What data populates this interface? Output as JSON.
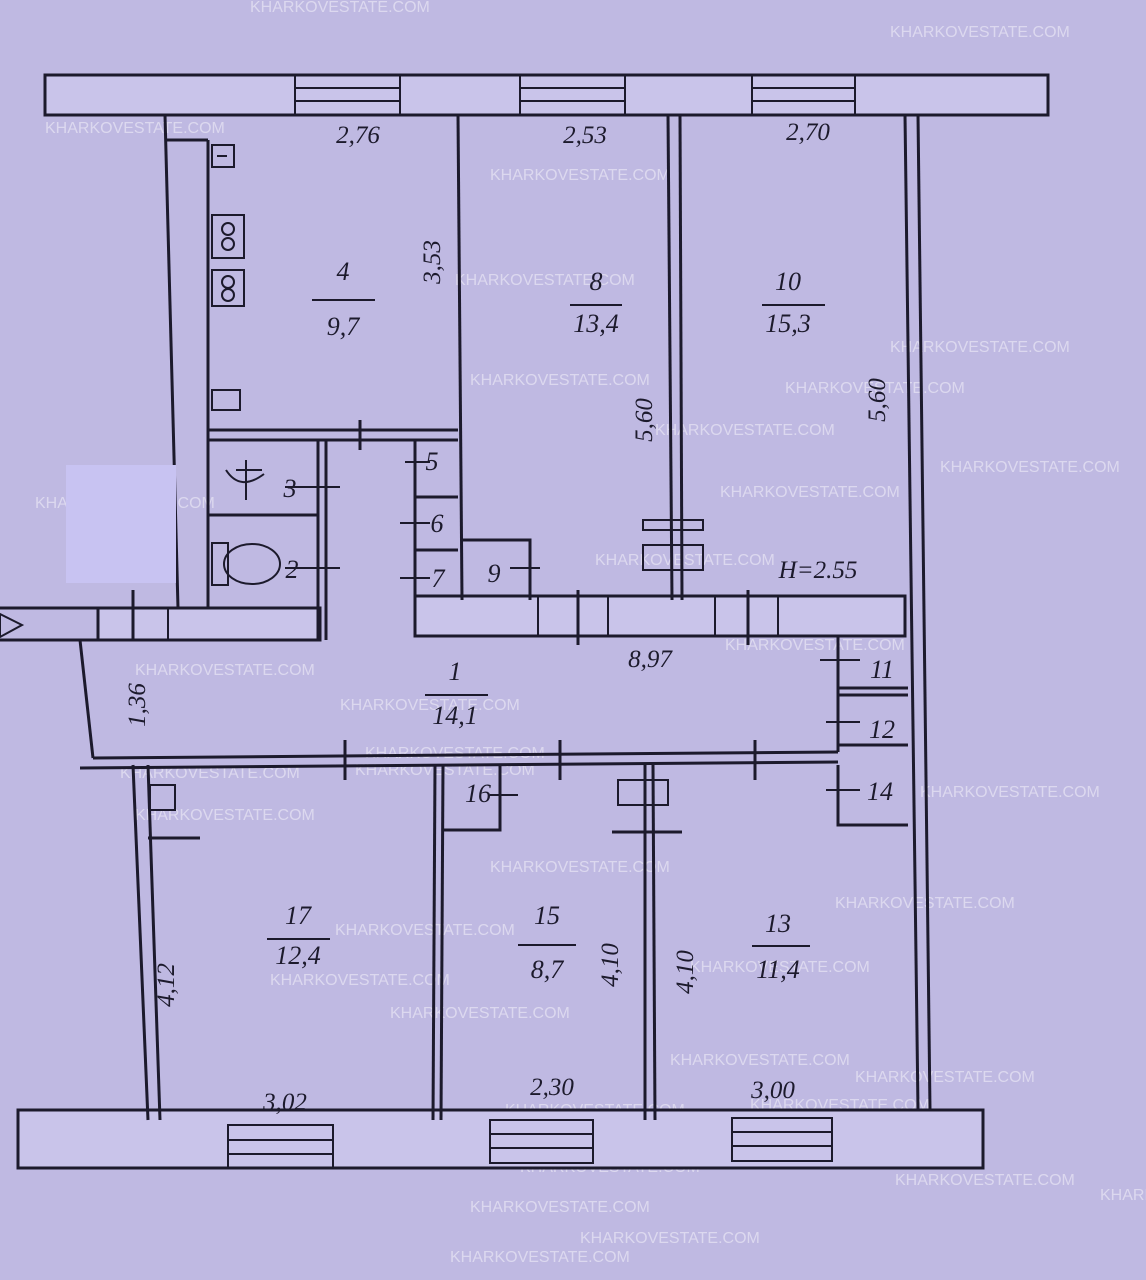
{
  "plan": {
    "ceiling_height": "H=2.55",
    "watermark": "KHARKOVESTATE.COM",
    "rooms": [
      {
        "id": "4",
        "num": "4",
        "area": "9,7"
      },
      {
        "id": "8",
        "num": "8",
        "area": "13,4"
      },
      {
        "id": "10",
        "num": "10",
        "area": "15,3"
      },
      {
        "id": "1",
        "num": "1",
        "area": "14,1"
      },
      {
        "id": "17",
        "num": "17",
        "area": "12,4"
      },
      {
        "id": "15",
        "num": "15",
        "area": "8,7"
      },
      {
        "id": "13",
        "num": "13",
        "area": "11,4"
      },
      {
        "id": "2",
        "num": "2"
      },
      {
        "id": "3",
        "num": "3"
      },
      {
        "id": "5",
        "num": "5"
      },
      {
        "id": "6",
        "num": "6"
      },
      {
        "id": "7",
        "num": "7"
      },
      {
        "id": "9",
        "num": "9"
      },
      {
        "id": "11",
        "num": "11"
      },
      {
        "id": "12",
        "num": "12"
      },
      {
        "id": "14",
        "num": "14"
      },
      {
        "id": "16",
        "num": "16"
      }
    ],
    "dimensions": {
      "top_left": "2,76",
      "top_mid": "2,53",
      "top_right": "2,70",
      "room4_height": "3,53",
      "room8_height": "5,60",
      "room10_height": "5,60",
      "corridor_width": "1,36",
      "corridor_length": "8,97",
      "room17_height": "4,12",
      "room15_height": "4,10",
      "room13_height": "4,10",
      "bottom_left": "3,02",
      "bottom_mid": "2,30",
      "bottom_right": "3,00"
    }
  }
}
